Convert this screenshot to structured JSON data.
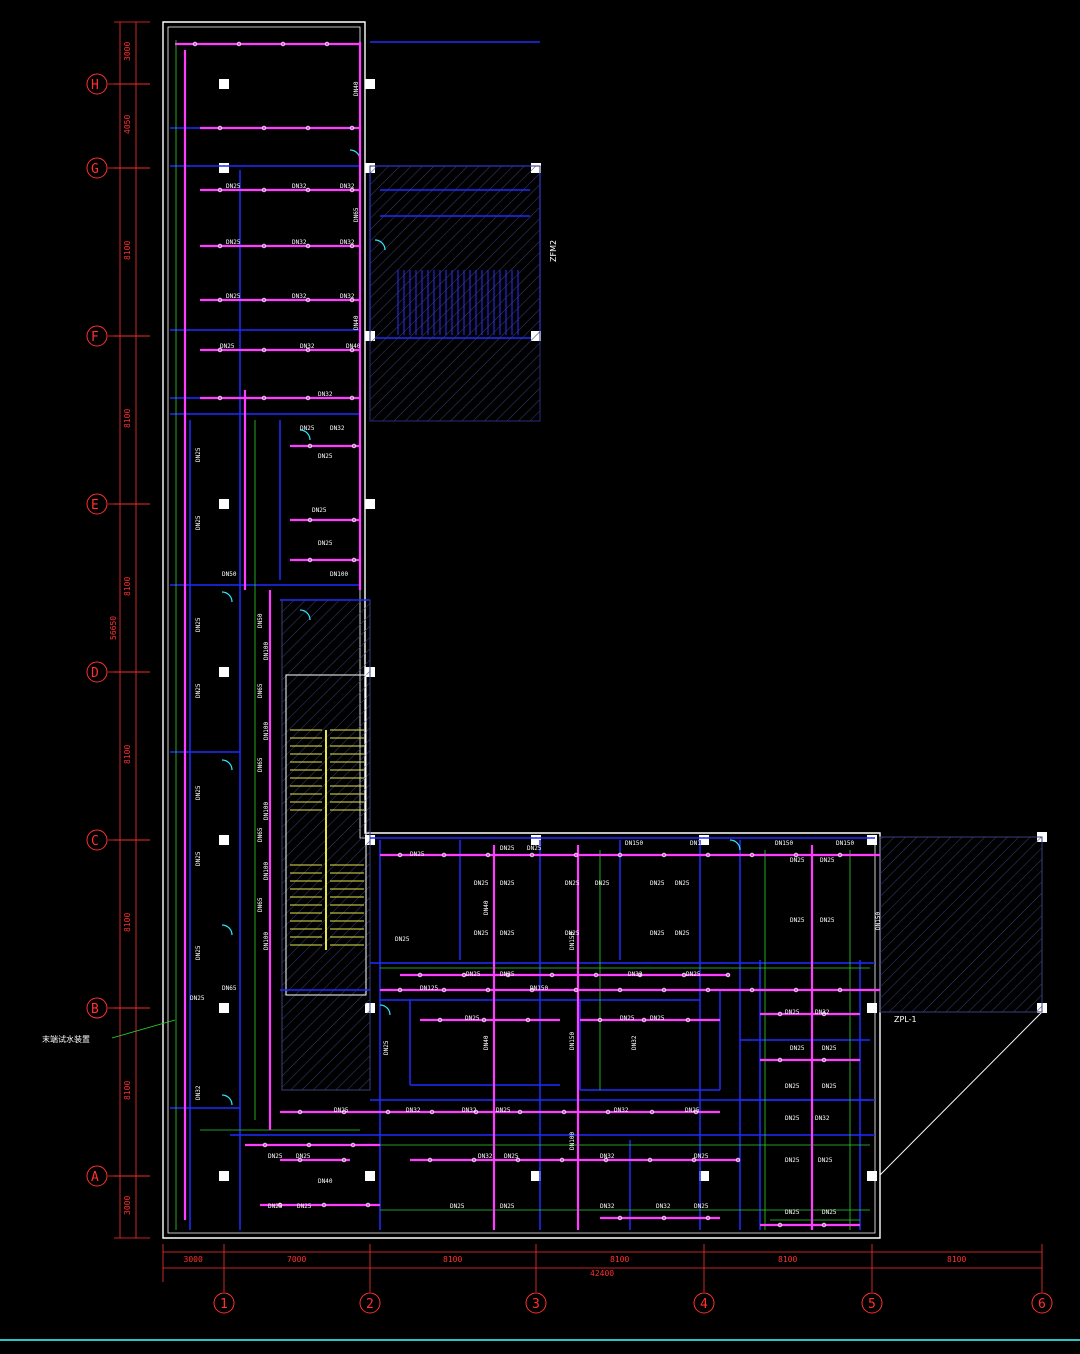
{
  "colors": {
    "background": "#000000",
    "dimension": "#ff3030",
    "wall": "#ffffff",
    "wall_inner": "#1f2bff",
    "pipe": "#ff3cff",
    "pipe_label": "#ffffff",
    "green": "#2ed12e",
    "cyan": "#2fe6ff",
    "yellow": "#ffff4a",
    "hatch": "#3a3f7a",
    "stair": "#e6e64a",
    "bottom_rule": "#25c6c6"
  },
  "axes": {
    "rows": [
      {
        "label": "H",
        "icon": "axis-bubble-icon"
      },
      {
        "label": "G",
        "icon": "axis-bubble-icon"
      },
      {
        "label": "F",
        "icon": "axis-bubble-icon"
      },
      {
        "label": "E",
        "icon": "axis-bubble-icon"
      },
      {
        "label": "D",
        "icon": "axis-bubble-icon"
      },
      {
        "label": "C",
        "icon": "axis-bubble-icon"
      },
      {
        "label": "B",
        "icon": "axis-bubble-icon"
      },
      {
        "label": "A",
        "icon": "axis-bubble-icon"
      }
    ],
    "columns": [
      {
        "label": "1"
      },
      {
        "label": "2"
      },
      {
        "label": "3"
      },
      {
        "label": "4"
      },
      {
        "label": "5"
      },
      {
        "label": "6"
      }
    ]
  },
  "dimensions": {
    "left_segments": [
      "3000",
      "4050",
      "8100",
      "8100",
      "8100",
      "8100",
      "8100",
      "8100",
      "3000"
    ],
    "left_total": "56650",
    "bottom_segments": [
      "3000",
      "7000",
      "8100",
      "8100",
      "8100",
      "8100"
    ],
    "bottom_total": "42400"
  },
  "annotations": {
    "left_callout": "末端试水装置",
    "stair_tag": "ZFM2",
    "riser_tag": "ZPL-1"
  },
  "pipe_labels": {
    "dn25": "DN25",
    "dn32": "DN32",
    "dn40": "DN40",
    "dn50": "DN50",
    "dn65": "DN65",
    "dn100": "DN100",
    "dn125": "DN125",
    "dn150": "DN150"
  }
}
